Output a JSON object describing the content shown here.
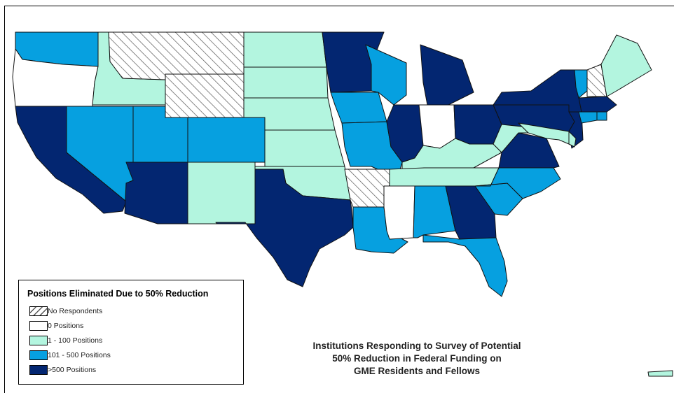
{
  "legend": {
    "title": "Positions Eliminated Due to 50% Reduction",
    "items": [
      {
        "key": "none",
        "label": "No Respondents",
        "color": "hatch"
      },
      {
        "key": "zero",
        "label": "0 Positions",
        "color": "#ffffff"
      },
      {
        "key": "low",
        "label": "1 - 100 Positions",
        "color": "#b3f5df"
      },
      {
        "key": "mid",
        "label": "101 - 500 Positions",
        "color": "#06a0e0"
      },
      {
        "key": "high",
        "label": ">500 Positions",
        "color": "#032671"
      }
    ]
  },
  "caption": {
    "line1": "Institutions Responding to Survey of Potential",
    "line2": "50% Reduction in Federal Funding on",
    "line3": "GME Residents and Fellows"
  },
  "states": {
    "WA": "mid",
    "OR": "zero",
    "CA": "high",
    "ID": "low",
    "NV": "mid",
    "AZ": "high",
    "UT": "mid",
    "MT": "none",
    "WY": "none",
    "CO": "mid",
    "NM": "low",
    "ND": "low",
    "SD": "low",
    "NE": "low",
    "KS": "low",
    "OK": "low",
    "TX": "high",
    "MN": "high",
    "IA": "mid",
    "MO": "mid",
    "AR": "none",
    "LA": "mid",
    "WI": "mid",
    "IL": "high",
    "MI": "high",
    "IN": "zero",
    "OH": "high",
    "KY": "low",
    "TN": "low",
    "MS": "zero",
    "AL": "mid",
    "GA": "high",
    "FL": "mid",
    "SC": "mid",
    "NC": "mid",
    "VA": "high",
    "WV": "low",
    "PA": "high",
    "NY": "high",
    "NJ": "high",
    "DE": "low",
    "MD": "low",
    "CT": "mid",
    "RI": "mid",
    "MA": "high",
    "VT": "mid",
    "NH": "none",
    "ME": "low",
    "PR": "low"
  }
}
